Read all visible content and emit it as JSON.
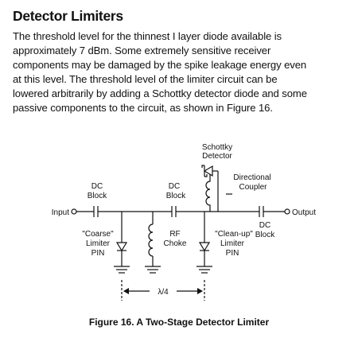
{
  "section": {
    "heading": "Detector Limiters",
    "paragraph_lines": [
      "The threshold level for the thinnest I layer diode available is",
      "approximately 7 dBm. Some extremely sensitive receiver",
      "components may be damaged by the spike leakage energy even",
      "at this level. The threshold level of the limiter circuit can be",
      "lowered arbitrarily by adding a Schottky detector diode and some",
      "passive components to the circuit, as shown in Figure 16."
    ]
  },
  "figure": {
    "labels": {
      "schottky_1": "Schottky",
      "schottky_2": "Detector",
      "coupler_1": "Directional",
      "coupler_2": "Coupler",
      "dcblock1_1": "DC",
      "dcblock1_2": "Block",
      "dcblock2_1": "DC",
      "dcblock2_2": "Block",
      "dcblock3_1": "DC",
      "dcblock3_2": "Block",
      "input": "Input",
      "output": "Output",
      "coarse_1": "\"Coarse\"",
      "coarse_2": "Limiter",
      "coarse_3": "PIN",
      "rf_1": "RF",
      "rf_2": "Choke",
      "cleanup_1": "\"Clean-up\"",
      "cleanup_2": "Limiter",
      "cleanup_3": "PIN",
      "spacing": "λ/4"
    },
    "caption": "Figure 16. A Two-Stage Detector Limiter"
  }
}
